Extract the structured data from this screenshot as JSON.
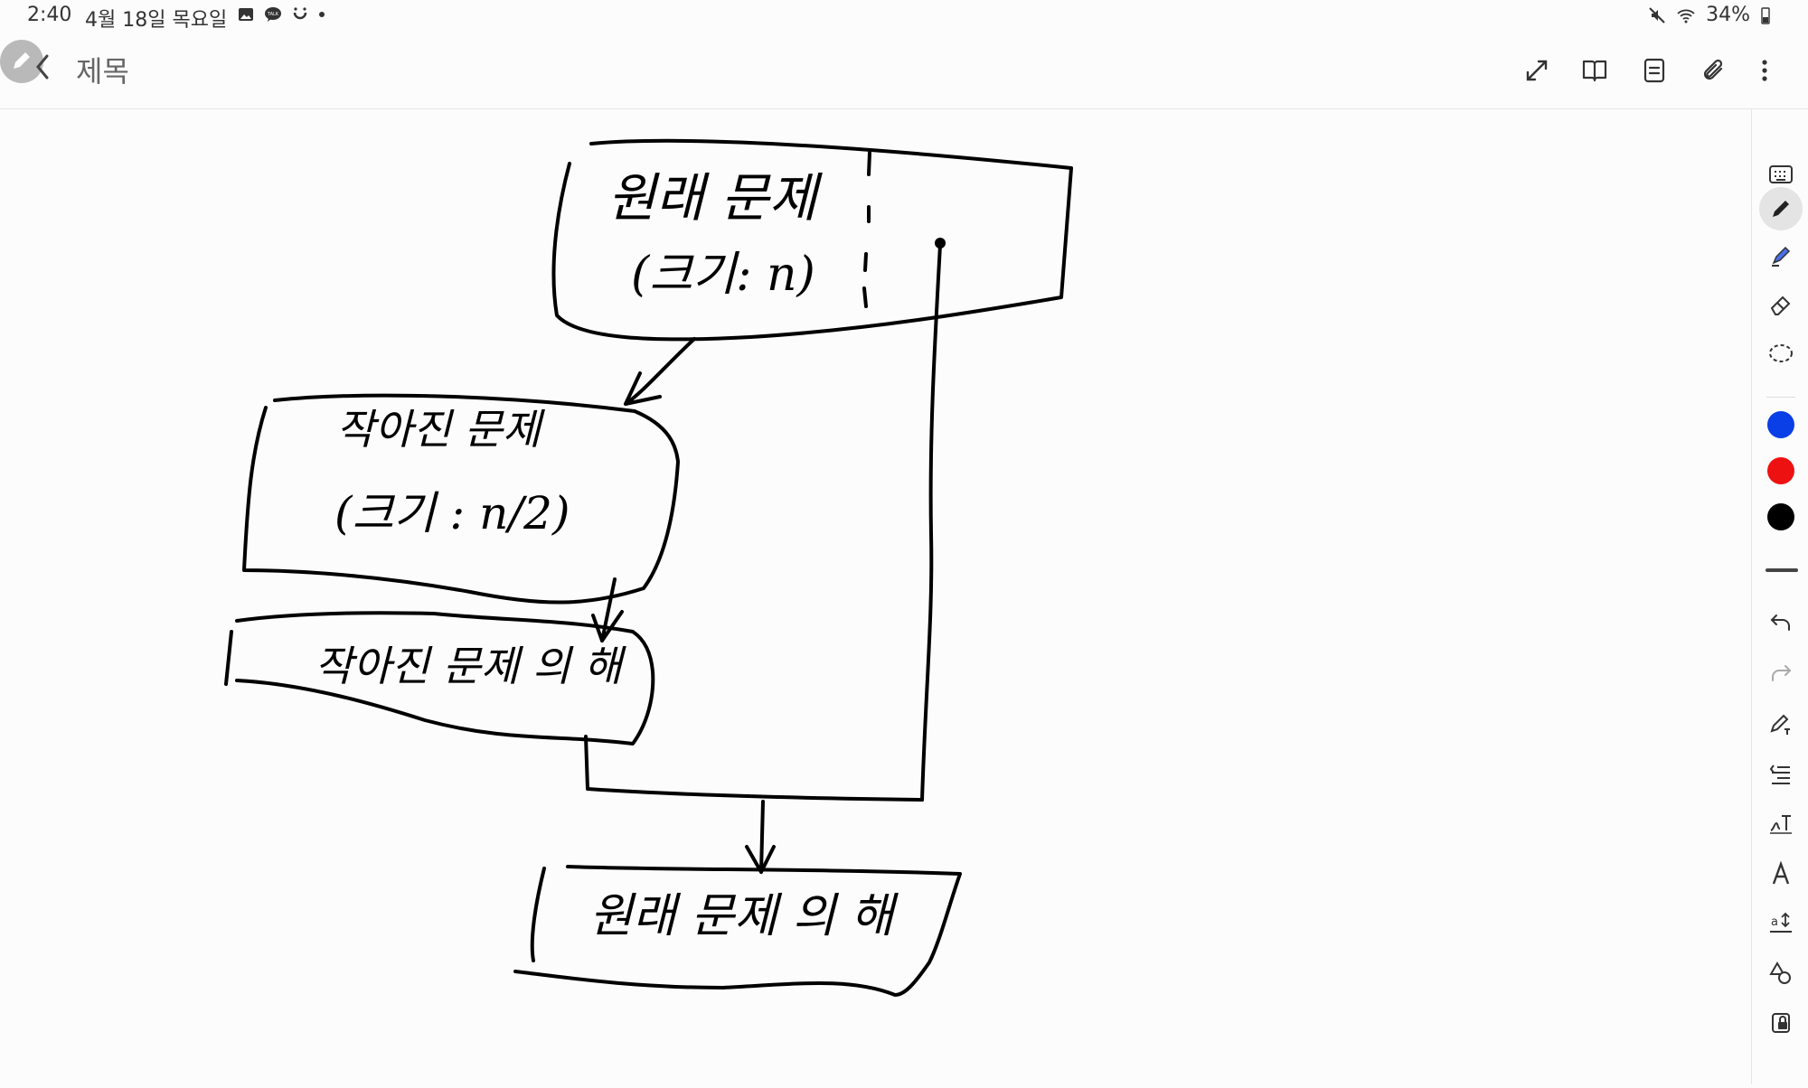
{
  "status_bar": {
    "time": "2:40",
    "date": "4월 18일 목요일",
    "battery": "34%"
  },
  "header": {
    "title": "제목"
  },
  "drawing": {
    "box1_line1": "원래 문제",
    "box1_line2": "(크기: n)",
    "box2_line1": "작아진 문제",
    "box2_line2": "(크기 : n/2)",
    "box3_text": "작아진 문제 의 해",
    "box4_text": "원래 문제 의 해"
  },
  "colors": {
    "swatch_blue": "#0a3ee6",
    "swatch_red": "#ee1111",
    "swatch_black": "#000000"
  },
  "toolbar_icons": [
    "keyboard-icon",
    "pen-icon",
    "highlighter-icon",
    "eraser-icon",
    "lasso-icon",
    "undo-icon",
    "redo-icon",
    "pen-to-text-icon",
    "text-layout-icon",
    "handwriting-text-icon",
    "text-style-icon",
    "text-spacing-icon",
    "shapes-icon",
    "lock-icon"
  ]
}
